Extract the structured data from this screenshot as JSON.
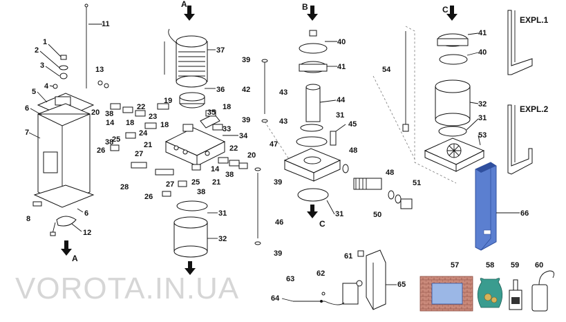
{
  "watermark": "VOROTA.IN.UA",
  "sections": {
    "a": "A",
    "b": "B",
    "c": "C",
    "expl1": "EXPL.1",
    "expl2": "EXPL.2"
  },
  "labels": {
    "l1": "1",
    "l2": "2",
    "l3": "3",
    "l4": "4",
    "l5": "5",
    "l6": "6",
    "l6b": "6",
    "l7": "7",
    "l8": "8",
    "l11": "11",
    "l12": "12",
    "l13": "13",
    "l14a": "14",
    "l14b": "14",
    "l18a": "18",
    "l18b": "18",
    "l19": "19",
    "l20a": "20",
    "l20b": "20",
    "l21a": "21",
    "l21b": "21",
    "l22a": "22",
    "l22b": "22",
    "l23": "23",
    "l24": "24",
    "l25a": "25",
    "l25b": "25",
    "l26a": "26",
    "l26b": "26",
    "l27a": "27",
    "l27b": "27",
    "l28": "28",
    "l31a": "31",
    "l31b": "31",
    "l31c": "31",
    "l31d": "31",
    "l32a": "32",
    "l32b": "32",
    "l33": "33",
    "l34": "34",
    "l35": "35",
    "l36": "36",
    "l37": "37",
    "l38a": "38",
    "l38b": "38",
    "l38c": "38",
    "l38d": "38",
    "l39a": "39",
    "l39b": "39",
    "l39c": "39",
    "l39d": "39",
    "l40a": "40",
    "l40b": "40",
    "l41a": "41",
    "l41b": "41",
    "l42": "42",
    "l43a": "43",
    "l43b": "43",
    "l44": "44",
    "l45": "45",
    "l46": "46",
    "l47": "47",
    "l48a": "48",
    "l48b": "48",
    "l50": "50",
    "l51": "51",
    "l53": "53",
    "l54": "54",
    "l57": "57",
    "l58": "58",
    "l59": "59",
    "l60": "60",
    "l61": "61",
    "l62": "62",
    "l63": "63",
    "l64": "64",
    "l65": "65",
    "l66": "66"
  },
  "accents": {
    "blue_part": "#5b7fd0",
    "blue_dark": "#2f4f9e",
    "crate_blue": "#9bb7e6",
    "crate_brown": "#a96b4f",
    "bag_green": "#3a9c8f"
  }
}
